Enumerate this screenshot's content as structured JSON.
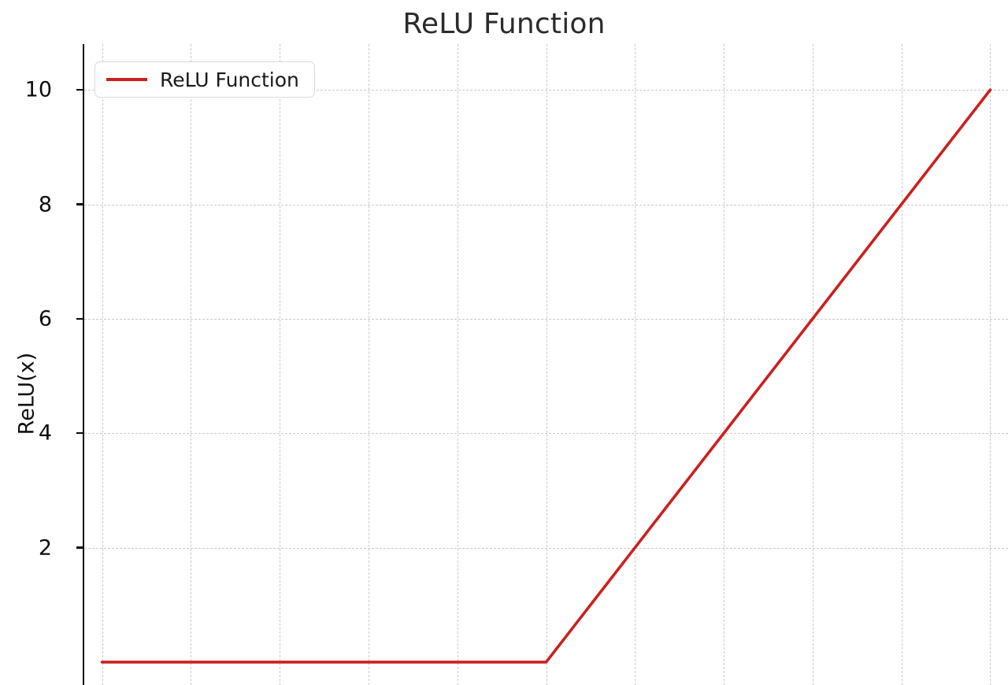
{
  "chart_data": {
    "type": "line",
    "title": "ReLU Function",
    "xlabel": "",
    "ylabel": "ReLU(x)",
    "legend": {
      "position": "upper left",
      "entries": [
        "ReLU Function"
      ]
    },
    "grid": true,
    "grid_style": "dashed",
    "line_color": "#cc1f1f",
    "line_width": 3.6,
    "series": [
      {
        "name": "ReLU Function",
        "x": [
          -10,
          -8,
          -6,
          -4,
          -2,
          0,
          2,
          4,
          6,
          8,
          10
        ],
        "values": [
          0,
          0,
          0,
          0,
          0,
          0,
          2,
          4,
          6,
          8,
          10
        ]
      }
    ],
    "xlim": [
      -10.4,
      10.4
    ],
    "ylim": [
      -0.4,
      10.8
    ],
    "yticks": [
      2,
      4,
      6,
      8,
      10
    ],
    "ytick_labels": [
      "2",
      "4",
      "6",
      "8",
      "10"
    ],
    "xticks": [
      -10,
      -8,
      -6,
      -4,
      -2,
      0,
      2,
      4,
      6,
      8,
      10
    ],
    "xtick_labels": [],
    "visible_x_gridlines": [
      -10,
      -8,
      -6,
      -4,
      -2,
      0,
      2,
      4,
      6,
      8,
      10
    ],
    "notes": "x-axis tick labels are cropped below the visible figure area"
  },
  "colors": {
    "line": "#cc1f1f",
    "grid": "#c9c9c9",
    "spine": "#0a0a0a",
    "title_text": "#2b2b2b",
    "tick_text": "#0d0d0d",
    "background": "#ffffff",
    "legend_border": "#d9d9d9"
  }
}
